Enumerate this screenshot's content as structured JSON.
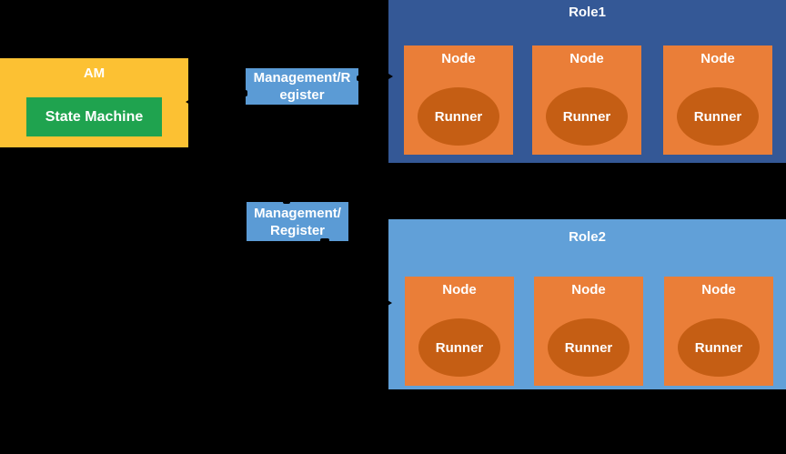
{
  "colors": {
    "background": "#000000",
    "am_yellow": "#FCC133",
    "state_machine_green": "#1FA34F",
    "management_blue": "#5B9BD5",
    "role1_blue": "#345896",
    "role2_blue": "#61A0D8",
    "node_orange": "#EA7E38",
    "runner_orange": "#C55E14",
    "text_white": "#FFFFFF",
    "connector_black": "#000000"
  },
  "am": {
    "title": "AM",
    "state_machine_label": "State Machine"
  },
  "management_boxes": [
    {
      "lines": [
        "Management/R",
        "egister"
      ]
    },
    {
      "lines": [
        "Management/",
        "Register"
      ]
    }
  ],
  "roles": [
    {
      "title": "Role1",
      "nodes": [
        {
          "label": "Node",
          "runner_label": "Runner"
        },
        {
          "label": "Node",
          "runner_label": "Runner"
        },
        {
          "label": "Node",
          "runner_label": "Runner"
        }
      ]
    },
    {
      "title": "Role2",
      "nodes": [
        {
          "label": "Node",
          "runner_label": "Runner"
        },
        {
          "label": "Node",
          "runner_label": "Runner"
        },
        {
          "label": "Node",
          "runner_label": "Runner"
        }
      ]
    }
  ]
}
